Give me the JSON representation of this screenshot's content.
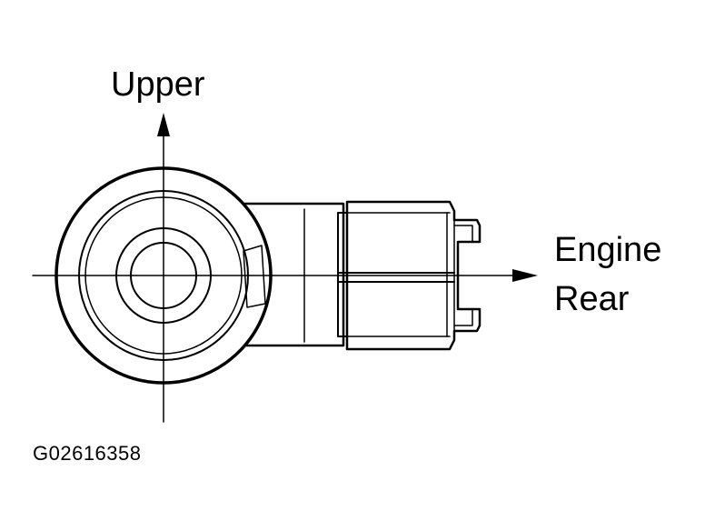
{
  "labels": {
    "upper": "Upper",
    "engine": "Engine",
    "rear": "Rear",
    "figure_code": "G02616358"
  },
  "colors": {
    "ink": "#000000",
    "background": "#ffffff"
  }
}
